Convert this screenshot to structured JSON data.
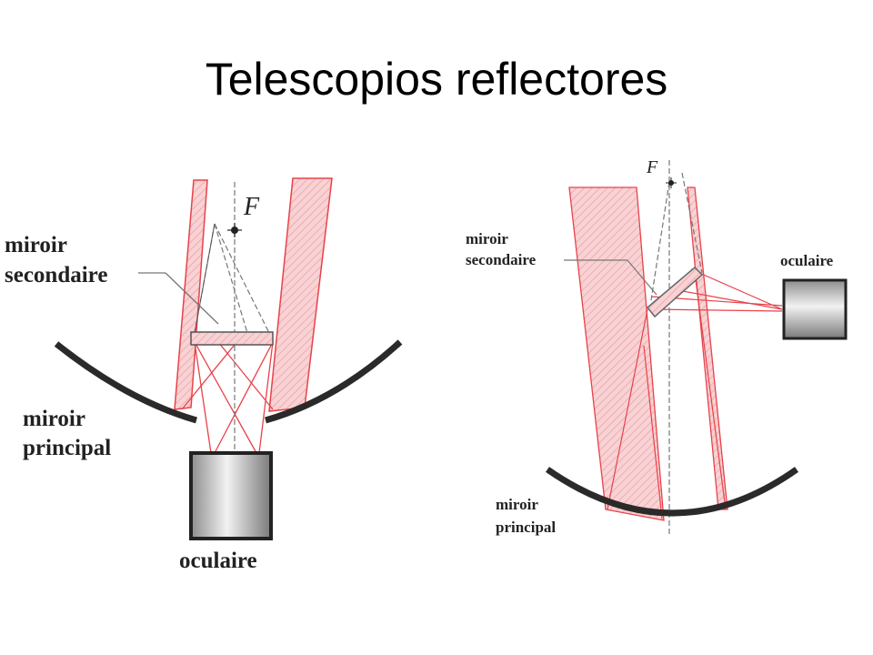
{
  "slide": {
    "title": "Telescopios reflectores"
  },
  "left_diagram": {
    "focus_label": "F",
    "secondary_mirror_label_line1": "miroir",
    "secondary_mirror_label_line2": "secondaire",
    "primary_mirror_label_line1": "miroir",
    "primary_mirror_label_line2": "principal",
    "eyepiece_label": "oculaire"
  },
  "right_diagram": {
    "focus_label": "F",
    "secondary_mirror_label_line1": "miroir",
    "secondary_mirror_label_line2": "secondaire",
    "primary_mirror_label_line1": "miroir",
    "primary_mirror_label_line2": "principal",
    "eyepiece_label": "oculaire"
  },
  "colors": {
    "ray": "#e8424a",
    "beam_fill": "#f6c4c6",
    "mirror": "#2a2a2a",
    "guide_lines": "#777777"
  }
}
